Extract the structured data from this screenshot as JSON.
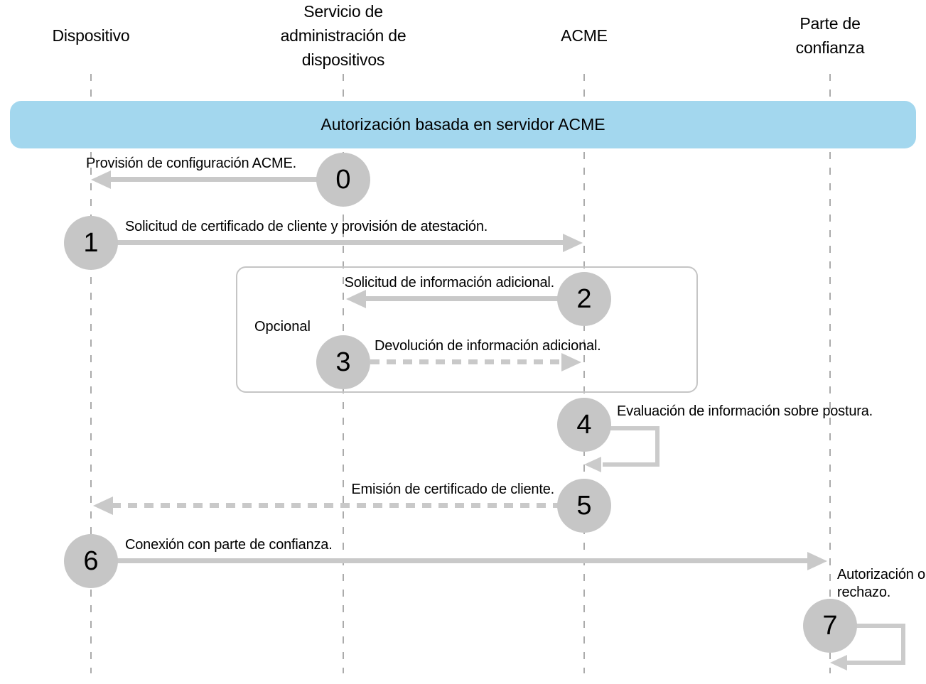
{
  "diagram": {
    "title": "Autorización basada en servidor ACME",
    "optional_group_label": "Opcional",
    "actors": [
      {
        "name": "Dispositivo"
      },
      {
        "name": "Servicio de administración de dispositivos"
      },
      {
        "name": "ACME"
      },
      {
        "name": "Parte de confianza"
      }
    ],
    "steps": [
      {
        "number": "0",
        "label": "Provisión de configuración ACME.",
        "from": "Servicio de administración de dispositivos",
        "to": "Dispositivo",
        "style": "solid"
      },
      {
        "number": "1",
        "label": "Solicitud de certificado de cliente y provisión de atestación.",
        "from": "Dispositivo",
        "to": "ACME",
        "style": "solid"
      },
      {
        "number": "2",
        "label": "Solicitud de información adicional.",
        "from": "ACME",
        "to": "Servicio de administración de dispositivos",
        "style": "solid",
        "group": "Opcional"
      },
      {
        "number": "3",
        "label": "Devolución de información adicional.",
        "from": "Servicio de administración de dispositivos",
        "to": "ACME",
        "style": "dashed",
        "group": "Opcional"
      },
      {
        "number": "4",
        "label": "Evaluación de información sobre postura.",
        "from": "ACME",
        "to": "ACME",
        "style": "self-loop"
      },
      {
        "number": "5",
        "label": "Emisión de certificado de cliente.",
        "from": "ACME",
        "to": "Dispositivo",
        "style": "dashed"
      },
      {
        "number": "6",
        "label": "Conexión con parte de confianza.",
        "from": "Dispositivo",
        "to": "Parte de confianza",
        "style": "solid"
      },
      {
        "number": "7",
        "label": "Autorización o rechazo.",
        "from": "Parte de confianza",
        "to": "Parte de confianza",
        "style": "self-loop"
      }
    ],
    "colors": {
      "banner_bg": "#A3D7EE",
      "circle": "#C6C6C6",
      "arrow": "#C9C9C9",
      "loop": "#CBCBCB",
      "lifeline": "#ABABAB",
      "optional_border": "#C5C5C5",
      "text": "#000000"
    }
  }
}
